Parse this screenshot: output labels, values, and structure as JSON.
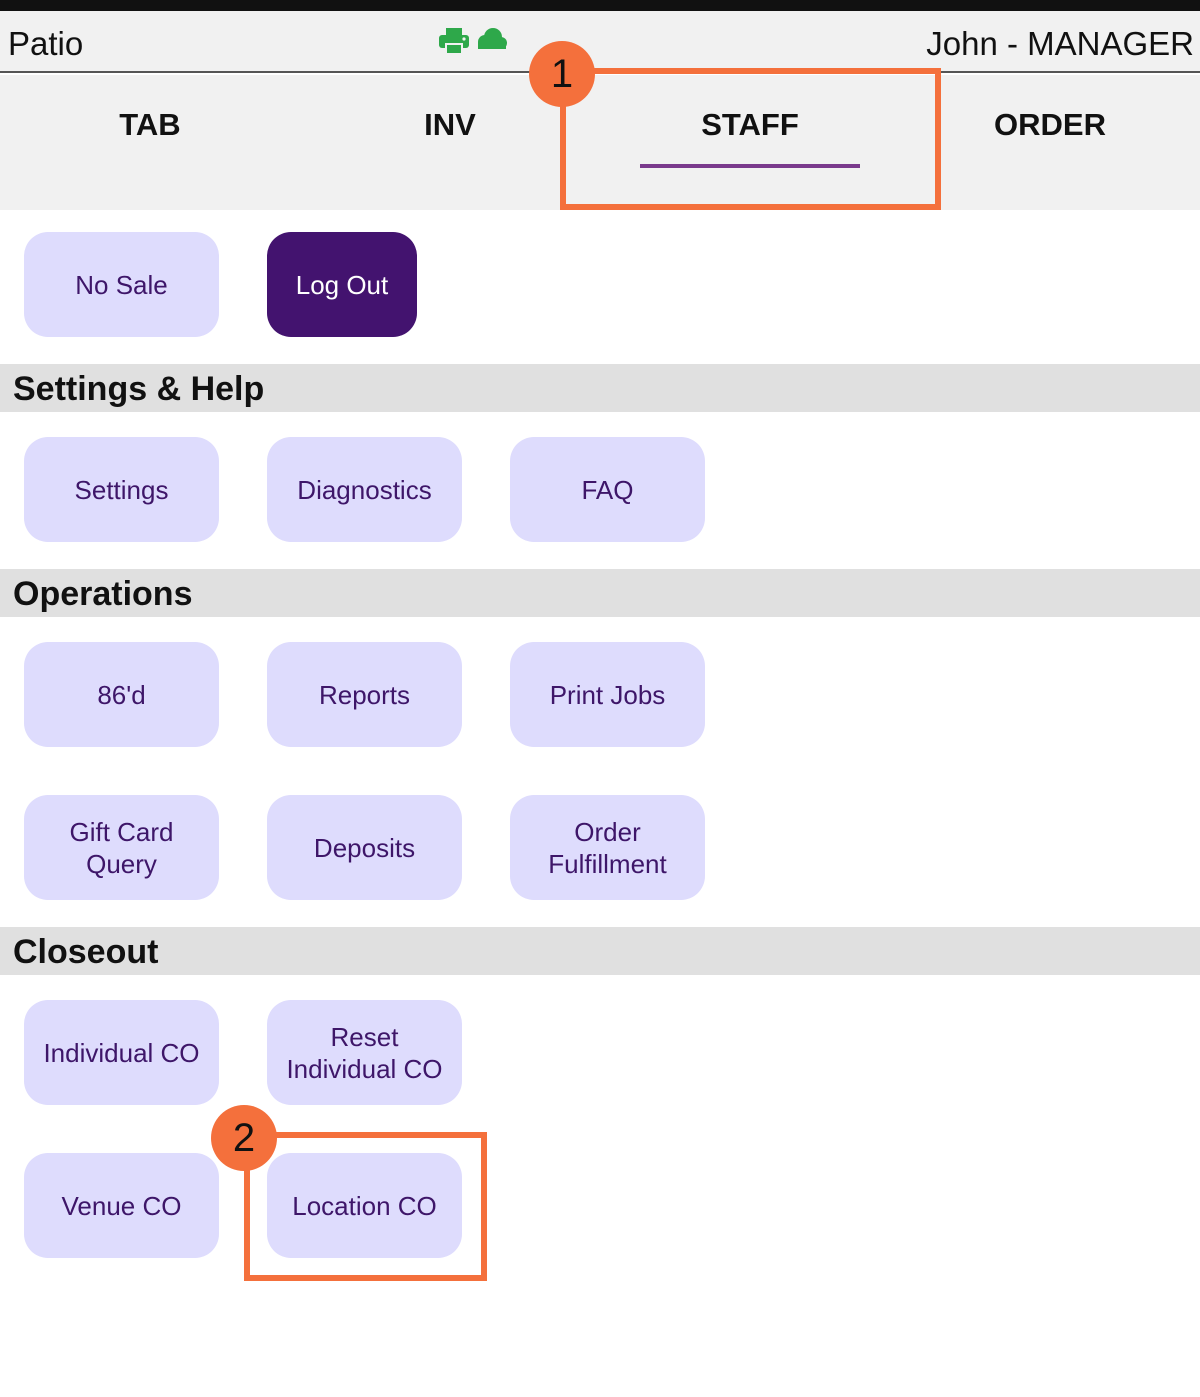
{
  "header": {
    "venue": "Patio",
    "user": "John - MANAGER",
    "icons": [
      "printer-icon",
      "cloud-icon"
    ],
    "icon_color": "#2ea84a"
  },
  "tabs": [
    {
      "label": "TAB",
      "active": false
    },
    {
      "label": "INV",
      "active": false
    },
    {
      "label": "STAFF",
      "active": true
    },
    {
      "label": "ORDER",
      "active": false
    }
  ],
  "quick_actions": {
    "no_sale": "No Sale",
    "log_out": "Log Out"
  },
  "settings_help": {
    "title": "Settings & Help",
    "buttons": [
      "Settings",
      "Diagnostics",
      "FAQ"
    ]
  },
  "operations": {
    "title": "Operations",
    "buttons": [
      "86'd",
      "Reports",
      "Print Jobs",
      "Gift Card Query",
      "Deposits",
      "Order Fulfillment"
    ]
  },
  "closeout": {
    "title": "Closeout",
    "buttons": [
      "Individual CO",
      "Reset Individual CO",
      "Venue CO",
      "Location CO"
    ]
  },
  "annotations": {
    "marker_1": "1",
    "marker_2": "2",
    "color": "#f4703c"
  },
  "colors": {
    "button_bg": "#dedcfd",
    "button_text": "#3e1669",
    "primary_button_bg": "#43136f",
    "tab_indicator": "#7a3a8c"
  }
}
